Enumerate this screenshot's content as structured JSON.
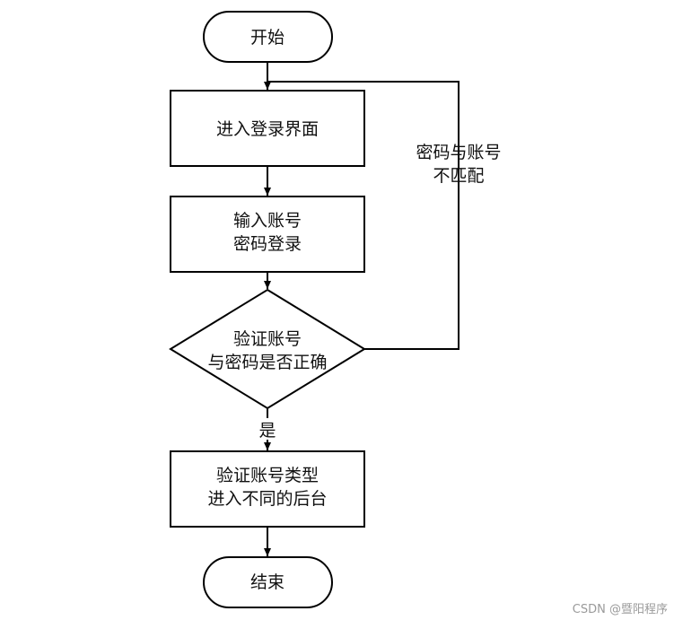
{
  "nodes": {
    "start": "开始",
    "login_page": "进入登录界面",
    "input_line1": "输入账号",
    "input_line2": "密码登录",
    "verify_line1": "验证账号",
    "verify_line2": "与密码是否正确",
    "type_line1": "验证账号类型",
    "type_line2": "进入不同的后台",
    "end": "结束"
  },
  "edges": {
    "mismatch_line1": "密码与账号",
    "mismatch_line2": "不匹配",
    "yes": "是"
  },
  "watermark": "CSDN @暨阳程序"
}
